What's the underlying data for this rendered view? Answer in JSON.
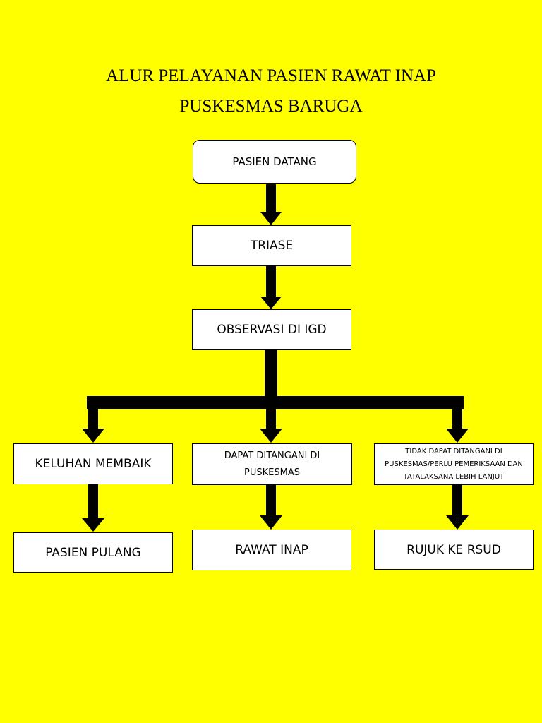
{
  "title": {
    "line1": "ALUR PELAYANAN PASIEN RAWAT INAP",
    "line2": "PUSKESMAS BARUGA"
  },
  "nodes": {
    "pasien_datang": "PASIEN DATANG",
    "triase": "TRIASE",
    "observasi": "OBSERVASI DI IGD",
    "keluhan_membaik": "KELUHAN MEMBAIK",
    "dapat_ditangani_line1": "DAPAT DITANGANI DI",
    "dapat_ditangani_line2": "PUSKESMAS",
    "tidak_dapat_line1": "TIDAK DAPAT DITANGANI DI",
    "tidak_dapat_line2": "PUSKESMAS/PERLU PEMERIKSAAN DAN",
    "tidak_dapat_line3": "TATALAKSANA LEBIH LANJUT",
    "pasien_pulang": "PASIEN PULANG",
    "rawat_inap": "RAWAT INAP",
    "rujuk_rsud": "RUJUK KE RSUD"
  },
  "colors": {
    "background": "#FFFF00",
    "box_fill": "#FFFFFF",
    "connector": "#000000"
  }
}
